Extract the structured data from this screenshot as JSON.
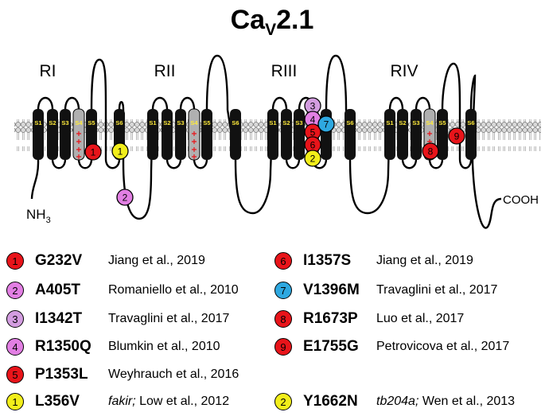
{
  "title": {
    "main": "Ca",
    "sub": "V",
    "rest": "2.1"
  },
  "regions": [
    "RI",
    "RII",
    "RIII",
    "RIV"
  ],
  "segments": [
    "S1",
    "S2",
    "S3",
    "S4",
    "S5",
    "S6"
  ],
  "termini": {
    "n": "NH",
    "n_sub": "3",
    "c": "COOH"
  },
  "colors": {
    "red": "#e8141a",
    "pink": "#e27fe3",
    "purple": "#d39de0",
    "blue": "#2ea8e0",
    "yellow": "#f2ee1a",
    "black": "#000000"
  },
  "legend": [
    {
      "num": "1",
      "color": "red",
      "mutation": "G232V",
      "ref": "Jiang et al., 2019",
      "ref_italic": ""
    },
    {
      "num": "2",
      "color": "pink",
      "mutation": "A405T",
      "ref": "Romaniello et al., 2010",
      "ref_italic": ""
    },
    {
      "num": "3",
      "color": "purple",
      "mutation": "I1342T",
      "ref": "Travaglini et al., 2017",
      "ref_italic": ""
    },
    {
      "num": "4",
      "color": "pink",
      "mutation": "R1350Q",
      "ref": "Blumkin et al., 2010",
      "ref_italic": ""
    },
    {
      "num": "5",
      "color": "red",
      "mutation": "P1353L",
      "ref": "Weyhrauch et al., 2016",
      "ref_italic": ""
    },
    {
      "num": "1",
      "color": "yellow",
      "mutation": "L356V",
      "ref": " Low et al., 2012",
      "ref_italic": "fakir;"
    },
    {
      "num": "6",
      "color": "red",
      "mutation": "I1357S",
      "ref": "Jiang et al., 2019",
      "ref_italic": ""
    },
    {
      "num": "7",
      "color": "blue",
      "mutation": "V1396M",
      "ref": "Travaglini et al., 2017",
      "ref_italic": ""
    },
    {
      "num": "8",
      "color": "red",
      "mutation": "R1673P",
      "ref": "Luo et al., 2017",
      "ref_italic": ""
    },
    {
      "num": "9",
      "color": "red",
      "mutation": "E1755G",
      "ref": "Petrovicova et al., 2017",
      "ref_italic": ""
    },
    {
      "num": "2",
      "color": "yellow",
      "mutation": "Y1662N",
      "ref": " Wen et al., 2013",
      "ref_italic": "tb204a;"
    }
  ],
  "markers": [
    {
      "num": "1",
      "color": "red"
    },
    {
      "num": "1",
      "color": "yellow"
    },
    {
      "num": "2",
      "color": "pink"
    },
    {
      "num": "3",
      "color": "purple"
    },
    {
      "num": "4",
      "color": "pink"
    },
    {
      "num": "5",
      "color": "red"
    },
    {
      "num": "6",
      "color": "red"
    },
    {
      "num": "2",
      "color": "yellow"
    },
    {
      "num": "7",
      "color": "blue"
    },
    {
      "num": "8",
      "color": "red"
    },
    {
      "num": "9",
      "color": "red"
    }
  ]
}
